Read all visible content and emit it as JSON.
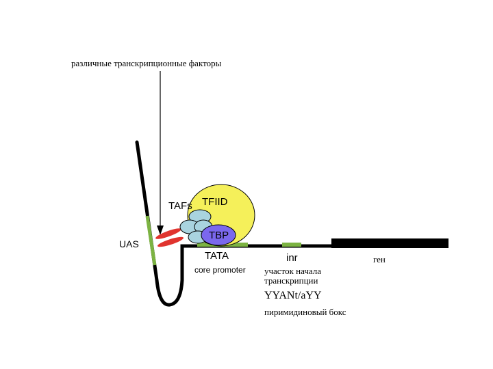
{
  "labels": {
    "transcription_factors": "различные транскрипционные факторы",
    "tafs": "TAFs",
    "tfiid": "TFIID",
    "tbp": "TBP",
    "uas": "UAS",
    "tata": "TATA",
    "core_promoter": "core promoter",
    "inr": "inr",
    "gene": "ген",
    "transcription_start_site": "участок начала транскрипции",
    "consensus_sequence": "YYANt/aYY",
    "pyrimidine_box": "пиримидиновый бокс"
  },
  "colors": {
    "tfiid_fill": "#F5F05A",
    "tbp_fill": "#7B68EE",
    "taf_fill": "#A9D3DF",
    "element_fill": "#7CB342",
    "factor_fill": "#E0342E",
    "line": "#000000"
  }
}
